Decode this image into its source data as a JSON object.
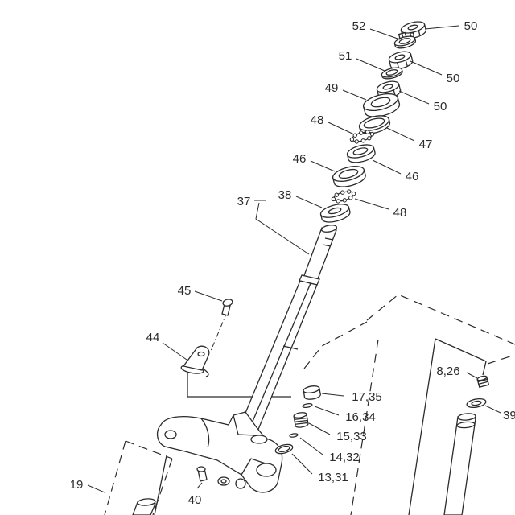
{
  "diagram": {
    "callouts": [
      "52",
      "50",
      "51",
      "50",
      "49",
      "50",
      "48",
      "47",
      "46",
      "46",
      "37",
      "38",
      "48",
      "45",
      "44",
      "8,26",
      "17,35",
      "16,34",
      "15,33",
      "39",
      "14,32",
      "13,31",
      "19",
      "40"
    ]
  },
  "colors": {
    "line": "#2b2b2b",
    "background": "#ffffff"
  }
}
